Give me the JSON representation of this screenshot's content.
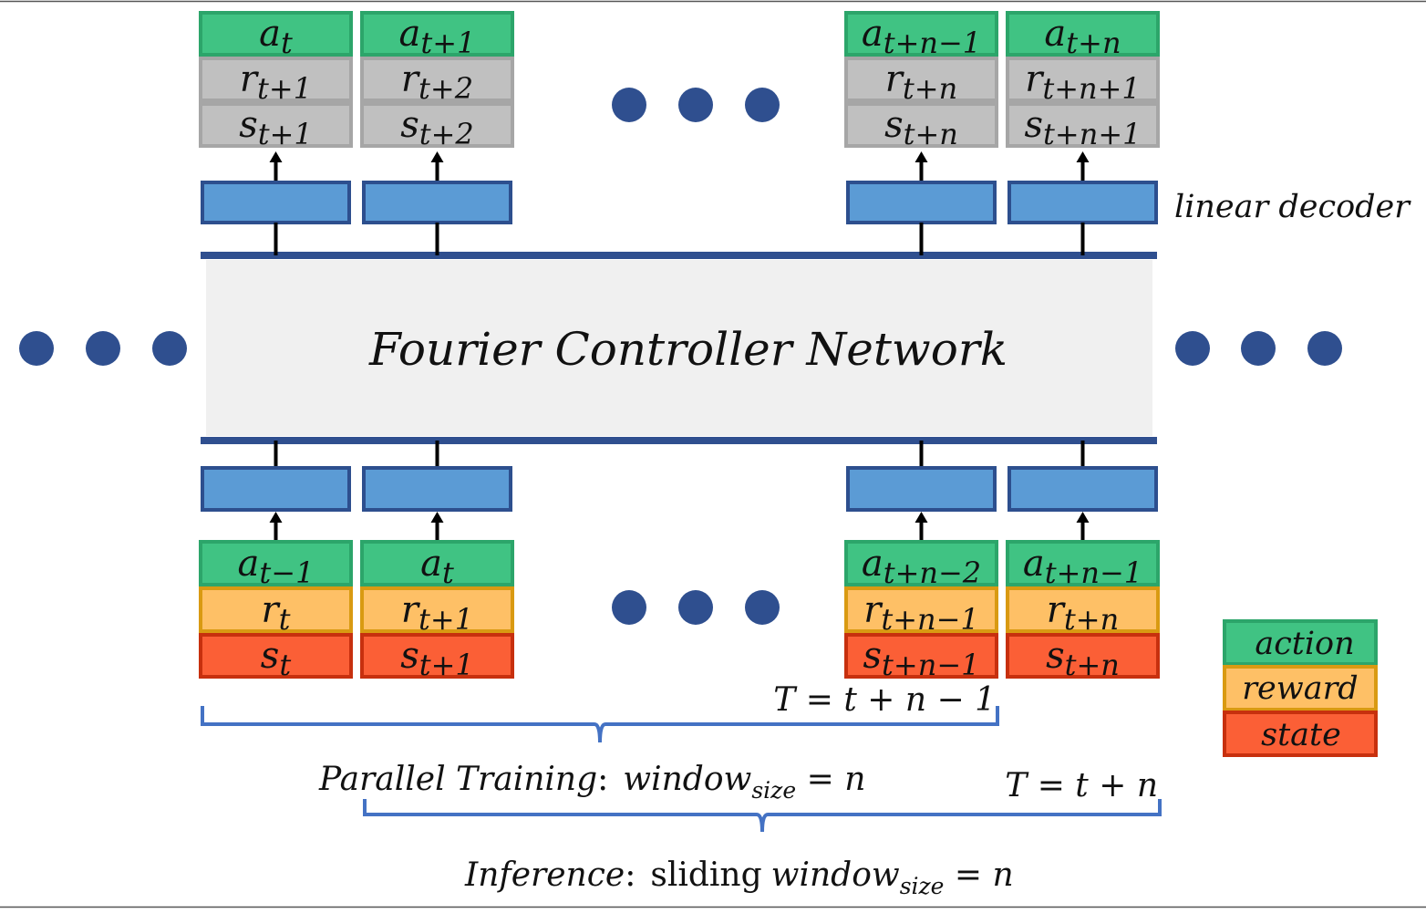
{
  "network": {
    "label": "Fourier Controller Network",
    "decoder_label": "linear decoder"
  },
  "colors": {
    "action_fill": "#40c383",
    "action_stroke": "#2ca56a",
    "reward_fill": "#fec066",
    "reward_stroke": "#d99a12",
    "state_fill": "#fb5f36",
    "state_stroke": "#c7300e",
    "output_fill": "#c0c0c0",
    "output_stroke": "#a6a6a6",
    "block_fill": "#5b9bd5",
    "block_stroke": "#2d4f8e",
    "rail": "#2f4f8f",
    "network_fill": "#f0f0f0",
    "dots": "#2f4f8f",
    "bracket": "#4472c4"
  },
  "outputs": [
    {
      "a": "a",
      "a_sub": "t",
      "r": "r",
      "r_sub": "t+1",
      "s": "s",
      "s_sub": "t+1"
    },
    {
      "a": "a",
      "a_sub": "t+1",
      "r": "r",
      "r_sub": "t+2",
      "s": "s",
      "s_sub": "t+2"
    },
    {
      "a": "a",
      "a_sub": "t+n−1",
      "r": "r",
      "r_sub": "t+n",
      "s": "s",
      "s_sub": "t+n"
    },
    {
      "a": "a",
      "a_sub": "t+n",
      "r": "r",
      "r_sub": "t+n+1",
      "s": "s",
      "s_sub": "t+n+1"
    }
  ],
  "inputs": [
    {
      "a": "a",
      "a_sub": "t−1",
      "r": "r",
      "r_sub": "t",
      "s": "s",
      "s_sub": "t"
    },
    {
      "a": "a",
      "a_sub": "t",
      "r": "r",
      "r_sub": "t+1",
      "s": "s",
      "s_sub": "t+1"
    },
    {
      "a": "a",
      "a_sub": "t+n−2",
      "r": "r",
      "r_sub": "t+n−1",
      "s": "s",
      "s_sub": "t+n−1"
    },
    {
      "a": "a",
      "a_sub": "t+n−1",
      "r": "r",
      "r_sub": "t+n",
      "s": "s",
      "s_sub": "t+n"
    }
  ],
  "legend": {
    "action": "action",
    "reward": "reward",
    "state": "state"
  },
  "training": {
    "end_label": "T = t + n − 1",
    "caption_name": "Parallel Training",
    "caption_colon": ":",
    "window_word": "window",
    "window_sub": "size",
    "window_eq": " = n"
  },
  "inference": {
    "end_label": "T = t + n",
    "caption_name": "Inference",
    "caption_colon": ":",
    "sliding_word": "sliding",
    "window_word": "window",
    "window_sub": "size",
    "window_eq": " = n"
  }
}
